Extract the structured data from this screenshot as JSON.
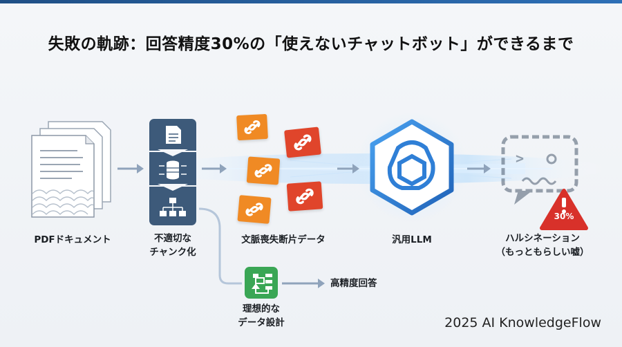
{
  "title": "失敗の軌跡：回答精度30%の「使えないチャットボット」ができるまで",
  "nodes": {
    "pdf": "PDFドキュメント",
    "chunk_line1": "不適切な",
    "chunk_line2": "チャンク化",
    "fragments": "文脈喪失断片データ",
    "llm": "汎用LLM",
    "hallucination_line1": "ハルシネーション",
    "hallucination_line2": "（もっともらしい嘘）",
    "ideal_line1": "理想的な",
    "ideal_line2": "データ設計",
    "high_accuracy": "高精度回答"
  },
  "warning_badge": "30%",
  "footer": "2025 AI KnowledgeFlow",
  "colors": {
    "title": "#111111",
    "chunk_panel": "#3d5a7a",
    "chip_orange": "#f08a24",
    "chip_red": "#e0452b",
    "llm_blue": "#2f7fd6",
    "ideal_green": "#3aa655",
    "warning_red": "#d8312a",
    "arrow": "#8fa3bb"
  },
  "icons": [
    "document-stack-icon",
    "document-icon",
    "database-icon",
    "hierarchy-icon",
    "broken-link-icon",
    "llm-logo-icon",
    "chat-bubble-icon",
    "warning-icon",
    "flowchart-icon",
    "arrow-right-icon"
  ]
}
